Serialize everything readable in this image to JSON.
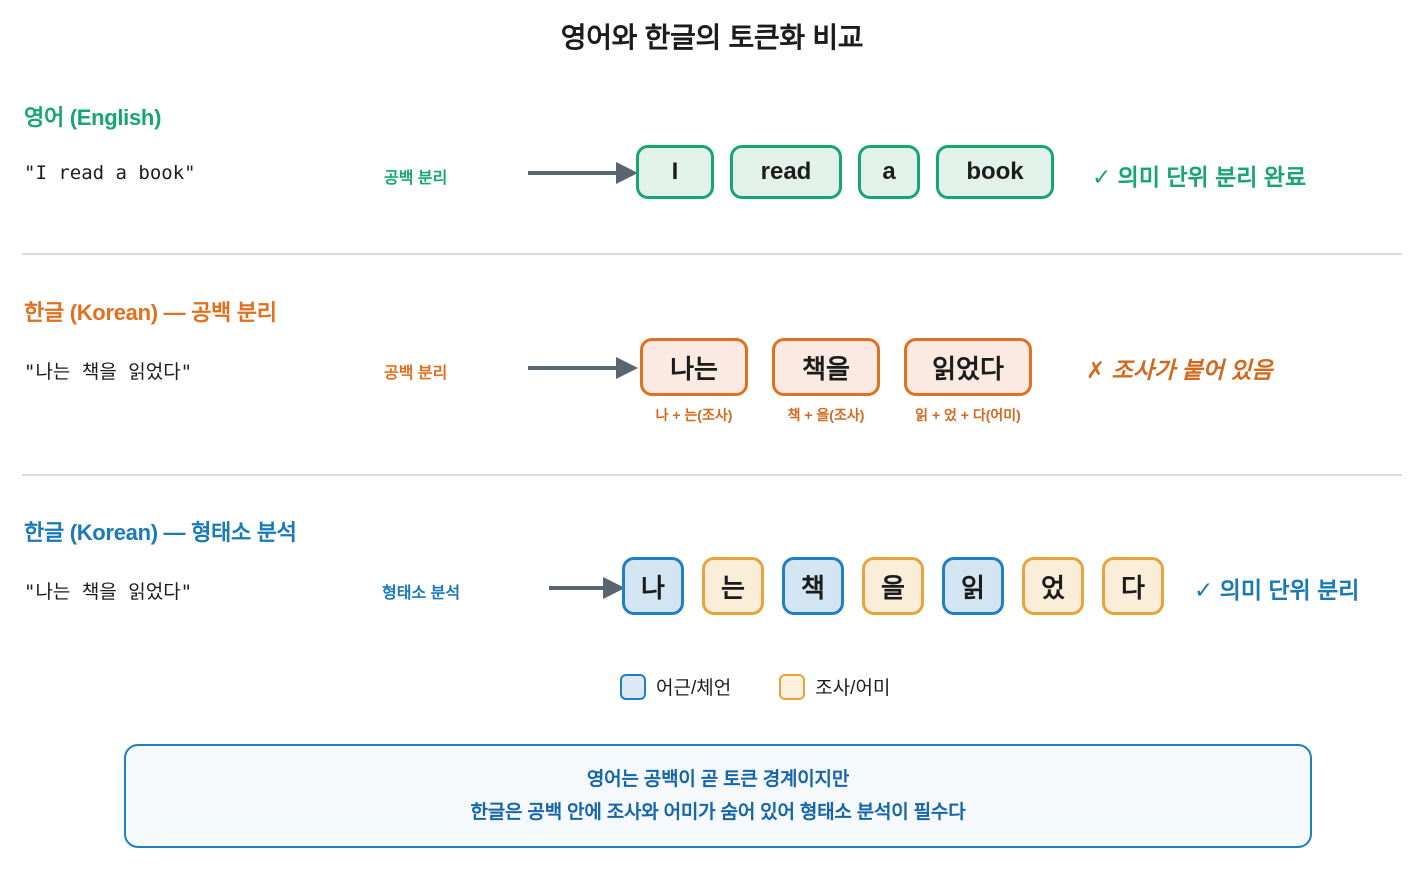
{
  "title": "영어와 한글의 토큰화 비교",
  "colors": {
    "green": "#17a673",
    "green_fill": "#e2f2ea",
    "orange": "#e0701f",
    "orange_fill": "#faeae1",
    "blue": "#1f7fc0",
    "blue_fill": "#d3e4f2",
    "amber": "#e8a33d",
    "amber_fill": "#faeed9",
    "arrow": "#5a6570",
    "divider": "#d4dbe5",
    "summary_text": "#1565a8"
  },
  "sections": [
    {
      "id": "english",
      "heading": "영어 (English)",
      "heading_color": "#17a673",
      "sentence": "\"I read a book\"",
      "method": "공백 분리",
      "method_color": "#17a673",
      "arrow_icon": "arrow-right-icon",
      "tokens": [
        {
          "text": "I",
          "style": "green",
          "width": 78
        },
        {
          "text": "read",
          "style": "green",
          "width": 112
        },
        {
          "text": "a",
          "style": "green",
          "width": 62
        },
        {
          "text": "book",
          "style": "green",
          "width": 118
        }
      ],
      "verdict": "✓ 의미 단위 분리 완료",
      "verdict_color": "#17a673",
      "verdict_italic": false
    },
    {
      "id": "korean-whitespace",
      "heading": "한글 (Korean) — 공백 분리",
      "heading_color": "#e0701f",
      "sentence": "\"나는 책을 읽었다\"",
      "method": "공백 분리",
      "method_color": "#e0701f",
      "arrow_icon": "arrow-right-icon",
      "tokens": [
        {
          "text": "나는",
          "style": "orange",
          "width": 108
        },
        {
          "text": "책을",
          "style": "orange",
          "width": 108
        },
        {
          "text": "읽었다",
          "style": "orange",
          "width": 128
        }
      ],
      "sublabels": [
        {
          "text": "나 + 는(조사)",
          "width": 108
        },
        {
          "text": "책 + 을(조사)",
          "width": 108
        },
        {
          "text": "읽 + 었 + 다(어미)",
          "width": 128
        }
      ],
      "verdict": "✗ 조사가 붙어 있음",
      "verdict_color": "#d2691e",
      "verdict_italic": true
    },
    {
      "id": "korean-morpheme",
      "heading": "한글 (Korean) — 형태소 분석",
      "heading_color": "#1a7ab8",
      "sentence": "\"나는 책을 읽었다\"",
      "method": "형태소 분석",
      "method_color": "#1a7ab8",
      "arrow_icon": "arrow-right-icon",
      "tokens": [
        {
          "text": "나",
          "style": "blue-fill"
        },
        {
          "text": "는",
          "style": "amber-fill"
        },
        {
          "text": "책",
          "style": "blue-fill"
        },
        {
          "text": "을",
          "style": "amber-fill"
        },
        {
          "text": "읽",
          "style": "blue-fill"
        },
        {
          "text": "었",
          "style": "amber-fill"
        },
        {
          "text": "다",
          "style": "amber-fill"
        }
      ],
      "verdict": "✓ 의미 단위 분리",
      "verdict_color": "#1a7ab8",
      "verdict_italic": false
    }
  ],
  "legend": [
    {
      "label": "어근/체언",
      "swatch": "blue"
    },
    {
      "label": "조사/어미",
      "swatch": "amber"
    }
  ],
  "summary": {
    "line1": "영어는 공백이 곧 토큰 경계이지만",
    "line2": "한글은 공백 안에 조사와 어미가 숨어 있어 형태소 분석이 필수다"
  }
}
